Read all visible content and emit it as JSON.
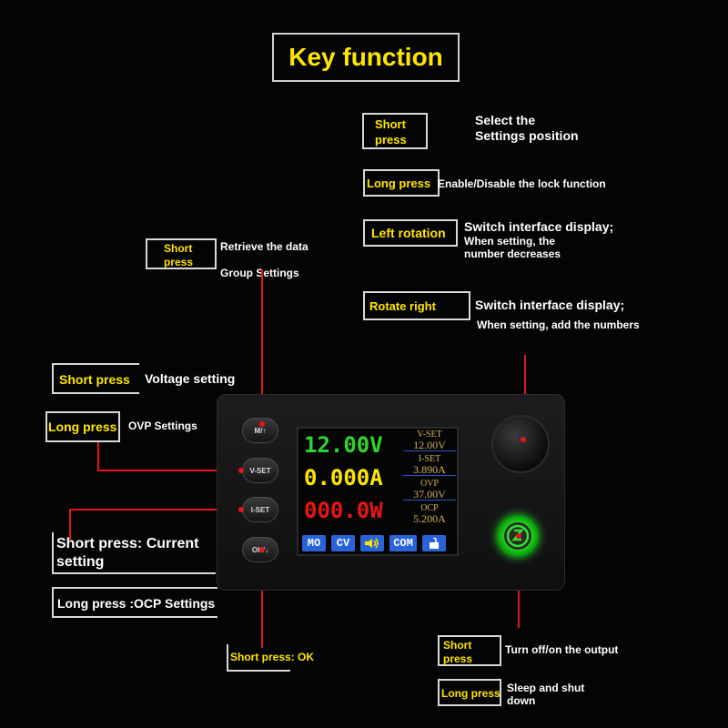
{
  "title": "Key function",
  "callouts": {
    "knob_short_tag": "Short press",
    "knob_short_desc_1": "Select the",
    "knob_short_desc_2": "Settings position",
    "knob_long_tag": "Long press",
    "knob_long_desc": "Enable/Disable the lock function",
    "left_rot_tag": "Left rotation",
    "left_rot_desc_1": "Switch interface display;",
    "left_rot_desc_2": "When setting, the",
    "left_rot_desc_3": "number decreases",
    "right_rot_tag": "Rotate right",
    "right_rot_desc_1": "Switch interface display;",
    "right_rot_desc_2": "When setting, add the numbers",
    "m_short_tag": "Short press",
    "m_desc_1": "Retrieve the data",
    "m_desc_2": "Group Settings",
    "vset_short_tag": "Short press",
    "vset_short_desc": "Voltage setting",
    "vset_long_tag": "Long press",
    "vset_long_desc": "OVP Settings",
    "iset_short_text": "Short press: Current setting",
    "iset_long_text": "Long press :OCP Settings",
    "ok_text": "Short press: OK",
    "pwr_short_tag": "Short press",
    "pwr_short_desc": "Turn off/on the output",
    "pwr_long_tag": "Long press",
    "pwr_long_desc_1": "Sleep and shut",
    "pwr_long_desc_2": "down"
  },
  "device": {
    "buttons": [
      "M/↑",
      "V-SET",
      "I-SET",
      "OK/↓"
    ],
    "display": {
      "voltage": "12.00V",
      "current": "0.000A",
      "power": "000.0W",
      "vset_label": "V-SET",
      "vset_value": "12.00V",
      "iset_label": "I-SET",
      "iset_value": "3.890A",
      "ovp_label": "OVP",
      "ovp_value": "37.00V",
      "ocp_label": "OCP",
      "ocp_value": "5.200A",
      "status_mo": "MO",
      "status_cv": "CV",
      "status_com": "COM"
    }
  },
  "icons": [
    "speaker-icon",
    "lock-icon",
    "power-icon",
    "knob-icon"
  ],
  "colors": {
    "accent": "#ffe600",
    "line": "#e81515",
    "voltage": "#2cd62c",
    "current": "#ffe600",
    "power": "#e81515"
  }
}
